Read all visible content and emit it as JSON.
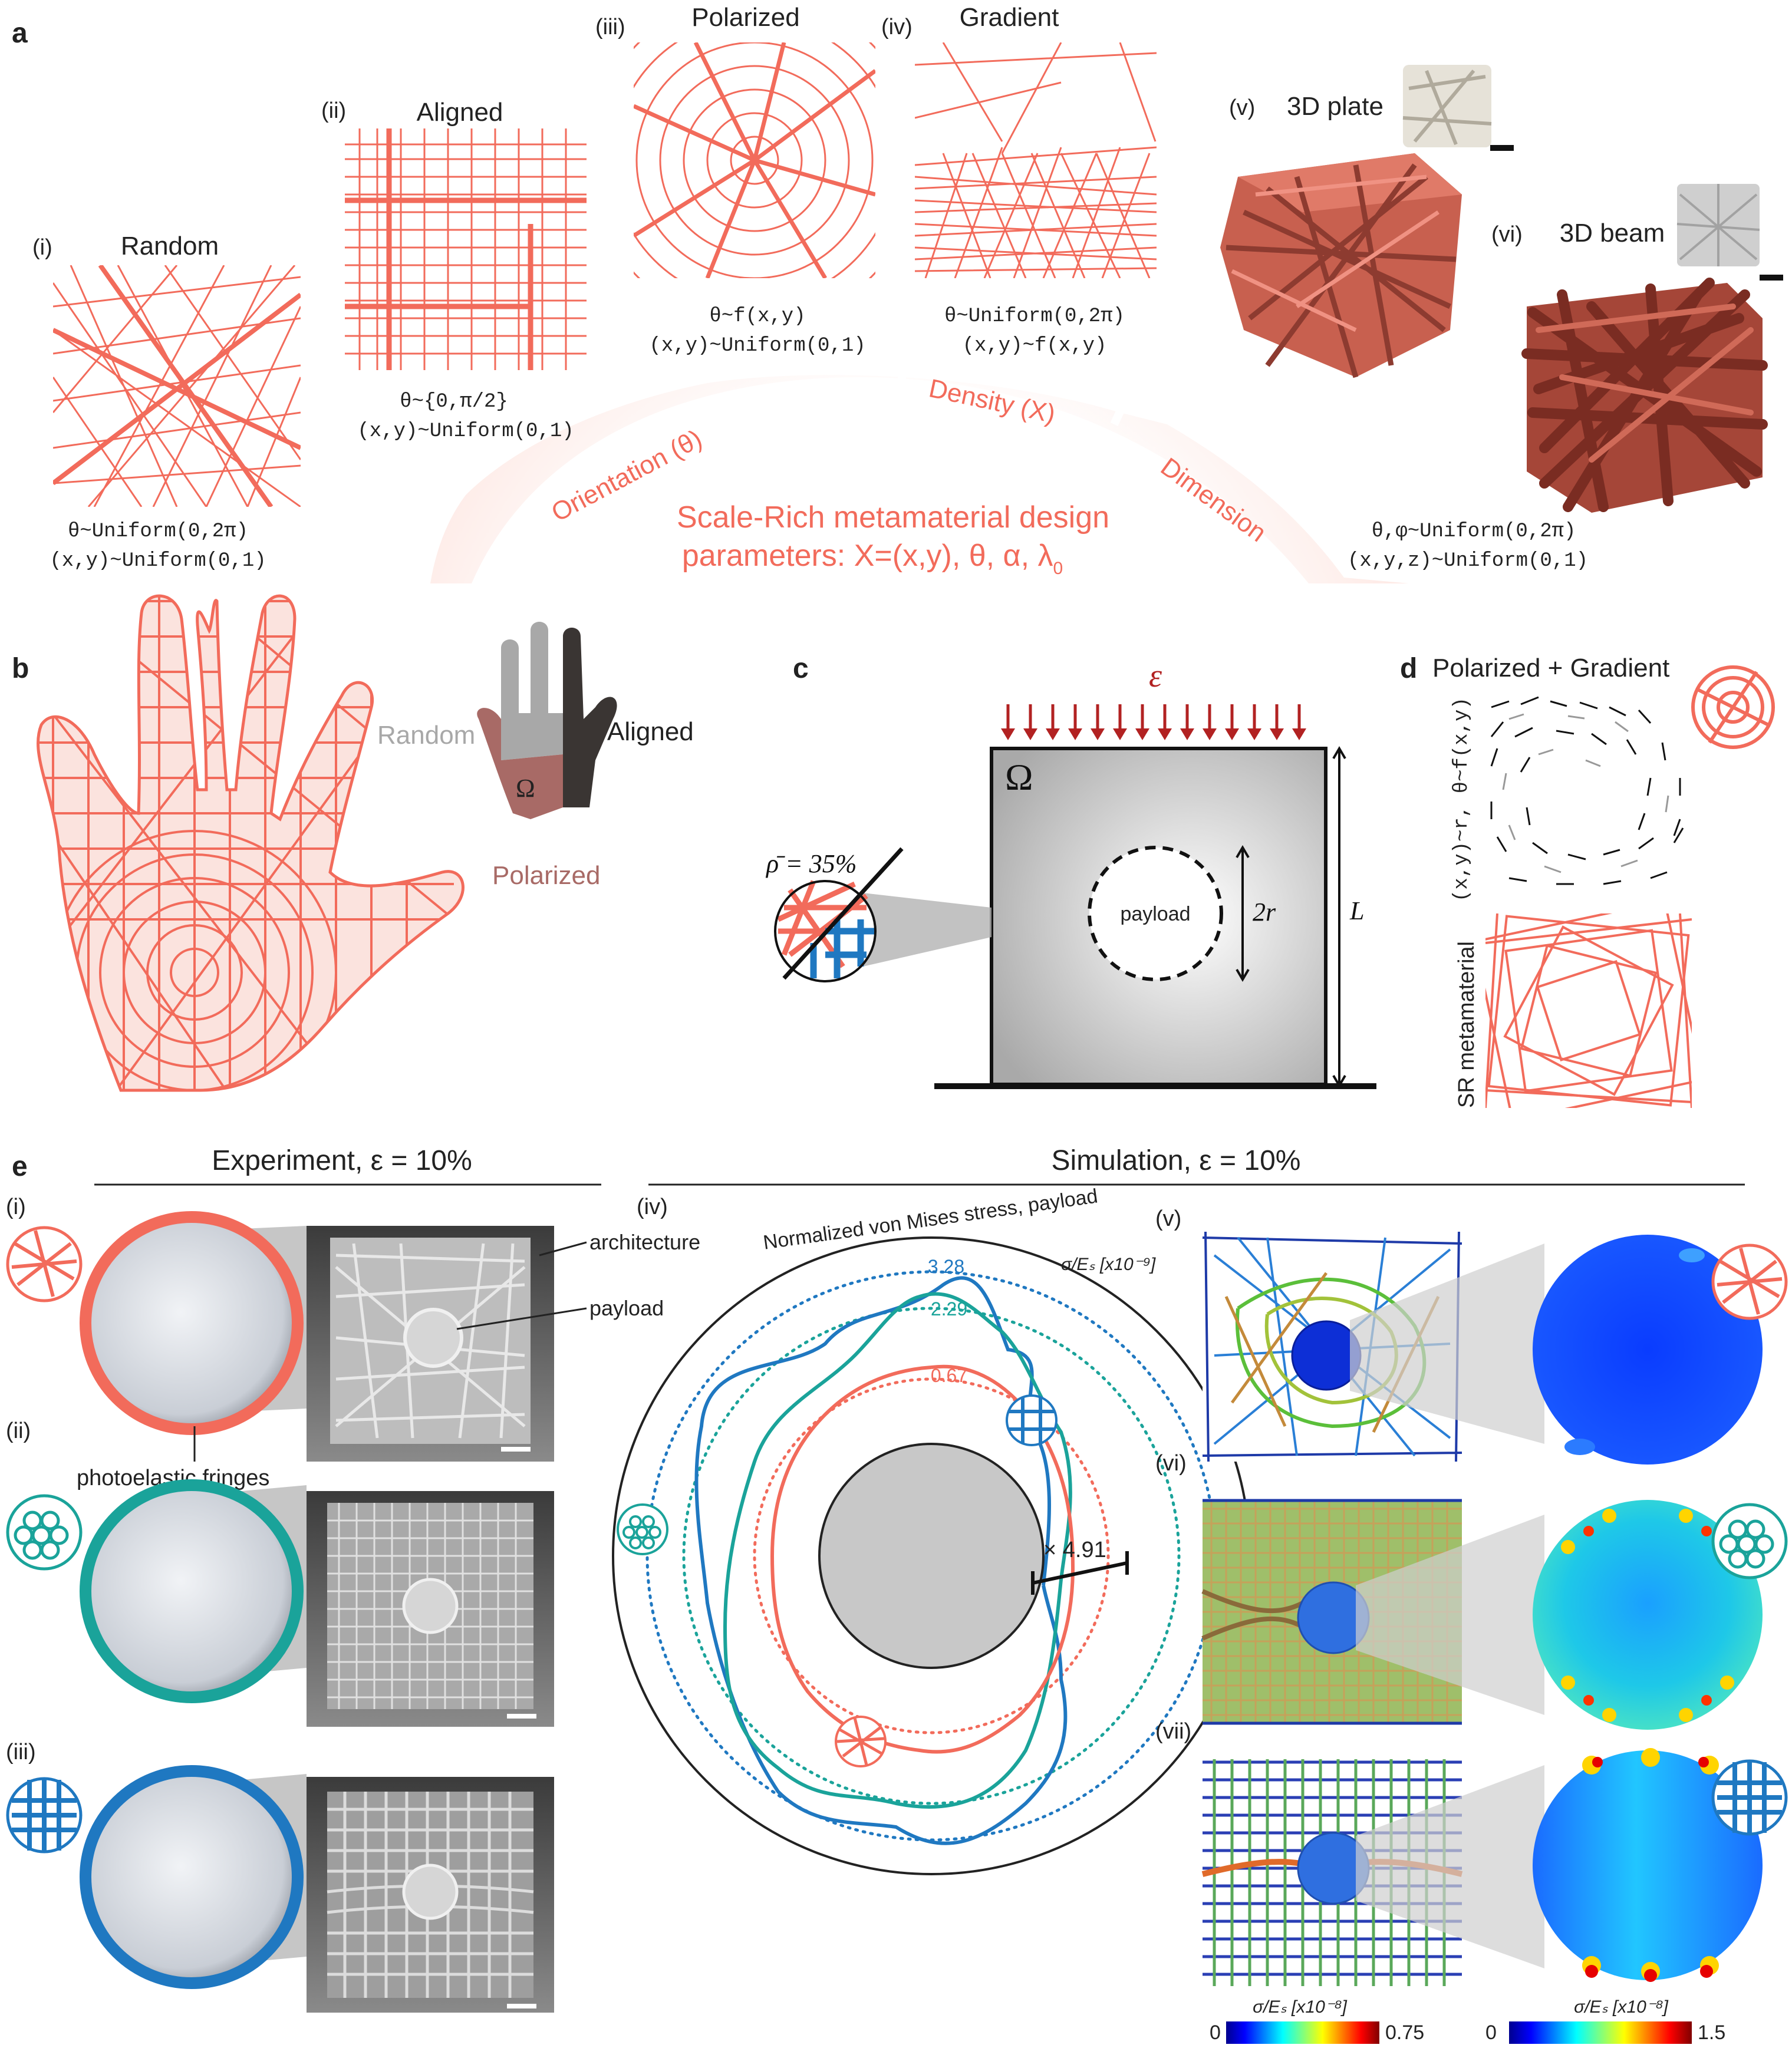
{
  "colors": {
    "coral": "#f26b5b",
    "teal": "#1aa39a",
    "blue": "#1f78c1",
    "dark_red": "#b22222",
    "hand_random": "#a8a8a8",
    "hand_aligned": "#3a3533",
    "hand_polarized": "#a86a66"
  },
  "panel_a": {
    "label": "a",
    "items": [
      {
        "roman": "(i)",
        "title": "Random",
        "formula1": "θ~Uniform(0,2π)",
        "formula2": "(x,y)~Uniform(0,1)"
      },
      {
        "roman": "(ii)",
        "title": "Aligned",
        "formula1": "θ~{0,π/2}",
        "formula2": "(x,y)~Uniform(0,1)"
      },
      {
        "roman": "(iii)",
        "title": "Polarized",
        "formula1": "θ~f(x,y)",
        "formula2": "(x,y)~Uniform(0,1)"
      },
      {
        "roman": "(iv)",
        "title": "Gradient",
        "formula1": "θ~Uniform(0,2π)",
        "formula2": "(x,y)~f(x,y)"
      },
      {
        "roman": "(v)",
        "title": "3D plate"
      },
      {
        "roman": "(vi)",
        "title": "3D beam",
        "formula1": "θ,φ~Uniform(0,2π)",
        "formula2": "(x,y,z)~Uniform(0,1)"
      }
    ],
    "arc_labels": [
      "Orientation (θ)",
      "Density (X)",
      "Dimension"
    ],
    "center_line1": "Scale-Rich metamaterial design",
    "center_line2": "parameters: X=(x,y), θ, α, λ",
    "center_sub": "0"
  },
  "panel_b": {
    "label": "b",
    "legend": {
      "random": "Random",
      "aligned": "Aligned",
      "polarized": "Polarized",
      "omega": "Ω"
    }
  },
  "panel_c": {
    "label": "c",
    "epsilon": "ε",
    "omega": "Ω",
    "density": "ρ̄ = 35%",
    "payload": "payload",
    "two_r": "2r",
    "length": "L"
  },
  "panel_d": {
    "label": "d",
    "title": "Polarized + Gradient",
    "side_top": "(x,y)~r, θ~f(x,y)",
    "side_bottom": "SR metamaterial"
  },
  "panel_e": {
    "label": "e",
    "experiment_header": "Experiment, ε = 10%",
    "simulation_header": "Simulation, ε = 10%",
    "romans": [
      "(i)",
      "(ii)",
      "(iii)",
      "(iv)",
      "(v)",
      "(vi)",
      "(vii)"
    ],
    "architecture": "architecture",
    "payload": "payload",
    "fringes": "photoelastic fringes",
    "polar_title": "Normalized von Mises stress, payload",
    "polar_unit": "σ/Eₛ [x10⁻⁹]",
    "cbar1": {
      "label": "σ/Eₛ [x10⁻⁸]",
      "min": "0",
      "max": "0.75"
    },
    "cbar2": {
      "label": "σ/Eₛ [x10⁻⁸]",
      "min": "0",
      "max": "1.5"
    }
  },
  "chart_data": {
    "type": "polar",
    "title": "Normalized von Mises stress, payload",
    "unit": "σ/Eₛ [x10⁻⁹]",
    "series": [
      {
        "color": "#1f78c1",
        "max": 3.28
      },
      {
        "color": "#1aa39a",
        "max": 2.29
      },
      {
        "color": "#f26b5b",
        "max": 0.67
      }
    ],
    "ratio_annotation": "× 4.91"
  }
}
